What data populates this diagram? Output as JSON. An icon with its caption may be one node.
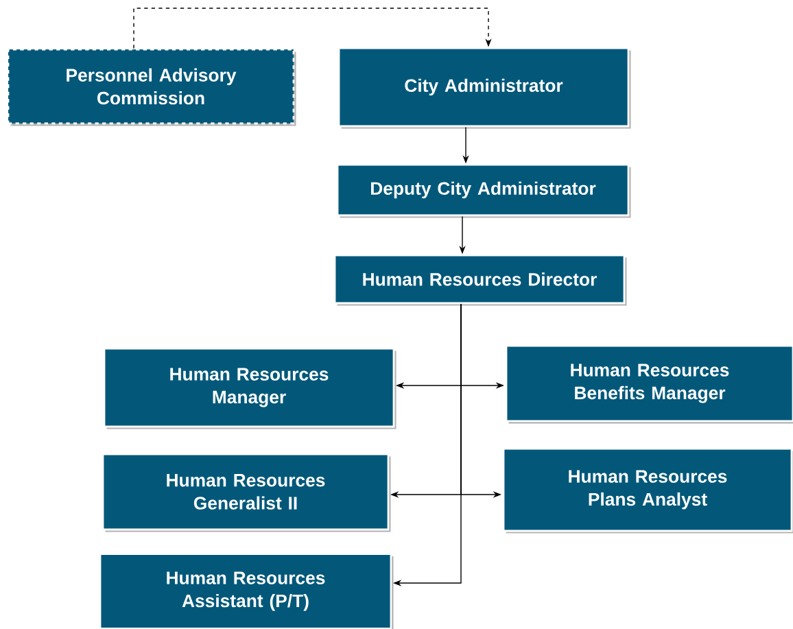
{
  "diagram": {
    "nodes": [
      {
        "text": [
          "Personnel Advisory Commission"
        ]
      },
      {
        "text": [
          "City Administrator"
        ]
      },
      {
        "text": [
          "Deputy City Administrator"
        ]
      },
      {
        "text": [
          "Human Resources Director"
        ]
      },
      {
        "text": [
          "Human Resources Manager"
        ]
      },
      {
        "text": [
          "Human Resources Benefits Manager"
        ]
      },
      {
        "text": [
          "Human Resources Generalist II"
        ]
      },
      {
        "text": [
          "Human Resources Plans Analyst"
        ]
      },
      {
        "text": [
          "Human Resources Assistant (P/T)"
        ]
      }
    ],
    "edges": [
      {
        "from": 0,
        "to": 1,
        "arrow": "to",
        "style": "dashed"
      },
      {
        "from": 1,
        "to": 2,
        "arrow": "to"
      },
      {
        "from": 2,
        "to": 3,
        "arrow": "to"
      },
      {
        "from": 3,
        "to": 4,
        "arrow": "to"
      },
      {
        "from": 3,
        "to": 5,
        "arrow": "to"
      },
      {
        "from": 3,
        "to": 6,
        "arrow": "to"
      },
      {
        "from": 3,
        "to": 7,
        "arrow": "to"
      },
      {
        "from": 3,
        "to": 8,
        "arrow": "to"
      }
    ]
  }
}
